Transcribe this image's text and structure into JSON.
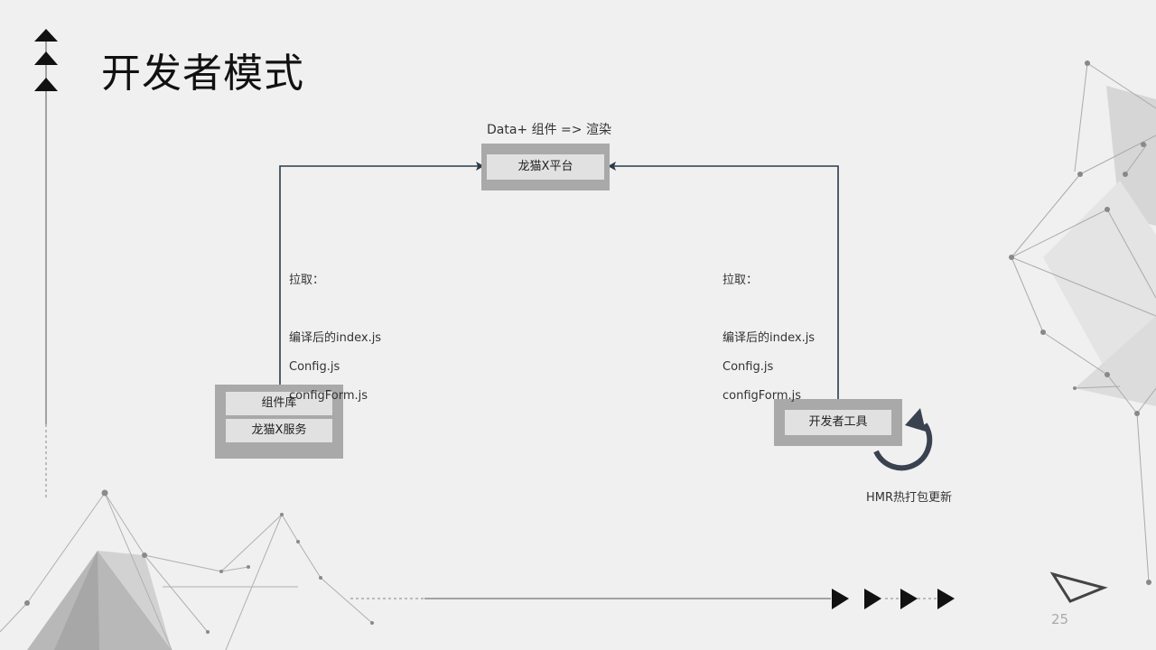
{
  "slide": {
    "title": "开发者模式",
    "page_number": "25"
  },
  "diagram": {
    "top_caption": "Data+ 组件  => 渲染",
    "platform_box": {
      "label": "龙猫X平台"
    },
    "library_box": {
      "items": [
        "组件库",
        "龙猫X服务"
      ]
    },
    "devtools_box": {
      "label": "开发者工具"
    },
    "left_note": {
      "heading": "拉取：",
      "files": [
        "编译后的index.js",
        "Config.js",
        "configForm.js"
      ]
    },
    "right_note": {
      "heading": "拉取：",
      "files": [
        "编译后的index.js",
        "Config.js",
        "configForm.js"
      ]
    },
    "hmr_label": "HMR热打包更新"
  },
  "colors": {
    "background": "#f0f0f0",
    "box_frame": "#a9a9a9",
    "box_cell": "#e1e1e1",
    "connector": "#2b3a4a",
    "accent_dark": "#111111"
  }
}
